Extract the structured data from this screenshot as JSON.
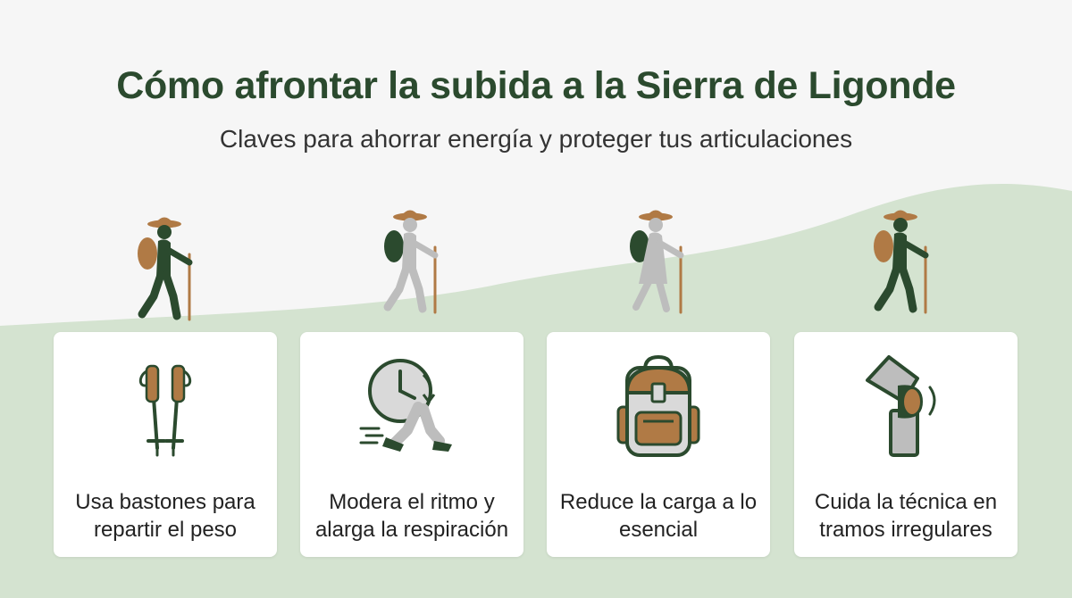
{
  "header": {
    "title": "Cómo afrontar la subida a la Sierra de Ligonde",
    "subtitle": "Claves para ahorrar energía y proteger tus articulaciones"
  },
  "colors": {
    "dark_green": "#2b4a2e",
    "hill_green": "#d4e3d0",
    "brown": "#b07a45",
    "gray": "#bdbdbd"
  },
  "hikers": [
    {
      "icon": "hiker-dark-icon"
    },
    {
      "icon": "hiker-gray-icon"
    },
    {
      "icon": "hiker-gray-skirt-icon"
    },
    {
      "icon": "hiker-dark-icon"
    }
  ],
  "tips": [
    {
      "icon": "trekking-poles-icon",
      "label": "Usa bastones para repartir el peso"
    },
    {
      "icon": "clock-pace-icon",
      "label": "Modera el ritmo y alarga la respiración"
    },
    {
      "icon": "backpack-icon",
      "label": "Reduce la carga a lo esencial"
    },
    {
      "icon": "knee-joint-icon",
      "label": "Cuida la técnica en tramos irregulares"
    }
  ]
}
